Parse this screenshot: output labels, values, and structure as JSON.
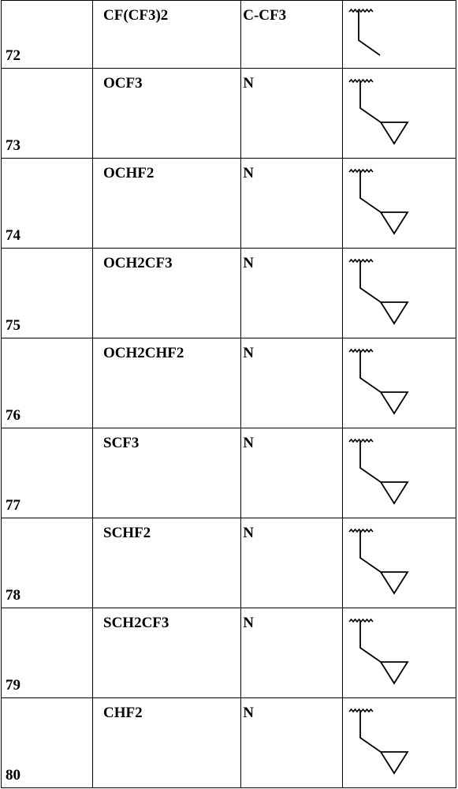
{
  "rows": [
    {
      "number": "72",
      "substituent": "CF(CF3)2",
      "x_group": "C-CF3",
      "structure_icon": "ethyl-wavy-bond-icon"
    },
    {
      "number": "73",
      "substituent": "OCF3",
      "x_group": "N",
      "structure_icon": "cyclopropylmethyl-wavy-bond-icon"
    },
    {
      "number": "74",
      "substituent": "OCHF2",
      "x_group": "N",
      "structure_icon": "cyclopropylmethyl-wavy-bond-icon"
    },
    {
      "number": "75",
      "substituent": "OCH2CF3",
      "x_group": "N",
      "structure_icon": "cyclopropylmethyl-wavy-bond-icon"
    },
    {
      "number": "76",
      "substituent": "OCH2CHF2",
      "x_group": "N",
      "structure_icon": "cyclopropylmethyl-wavy-bond-icon"
    },
    {
      "number": "77",
      "substituent": "SCF3",
      "x_group": "N",
      "structure_icon": "cyclopropylmethyl-wavy-bond-icon"
    },
    {
      "number": "78",
      "substituent": "SCHF2",
      "x_group": "N",
      "structure_icon": "cyclopropylmethyl-wavy-bond-icon"
    },
    {
      "number": "79",
      "substituent": "SCH2CF3",
      "x_group": "N",
      "structure_icon": "cyclopropylmethyl-wavy-bond-icon"
    },
    {
      "number": "80",
      "substituent": "CHF2",
      "x_group": "N",
      "structure_icon": "cyclopropylmethyl-wavy-bond-icon"
    }
  ]
}
